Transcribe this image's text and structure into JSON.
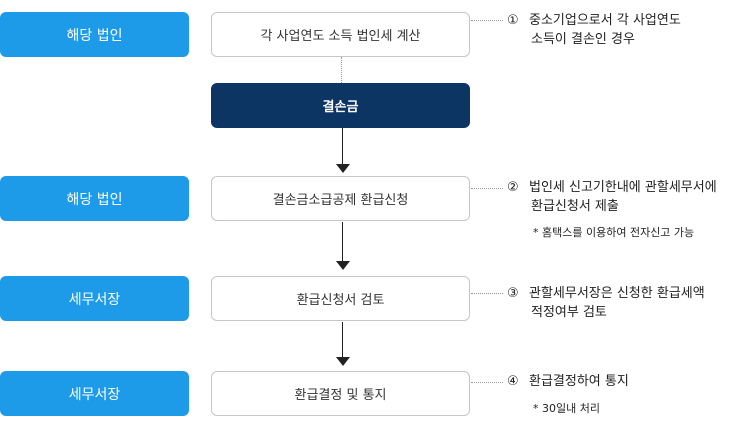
{
  "rows": [
    {
      "actor": "해당 법인",
      "step": "각 사업연도 소득 법인세 계산",
      "note_num": "①",
      "note_line1": "중소기업으로서 각 사업연도",
      "note_line2": "소득이 결손인 경우",
      "sub": ""
    },
    {
      "actor": "",
      "step": "결손금",
      "note_num": "",
      "note_line1": "",
      "note_line2": "",
      "sub": ""
    },
    {
      "actor": "해당 법인",
      "step": "결손금소급공제 환급신청",
      "note_num": "②",
      "note_line1": "법인세 신고기한내에 관할세무서에",
      "note_line2": "환급신청서 제출",
      "sub": "* 홈택스를 이용하여 전자신고 가능"
    },
    {
      "actor": "세무서장",
      "step": "환급신청서 검토",
      "note_num": "③",
      "note_line1": "관할세무서장은 신청한 환급세액",
      "note_line2": "적정여부 검토",
      "sub": ""
    },
    {
      "actor": "세무서장",
      "step": "환급결정 및 통지",
      "note_num": "④",
      "note_line1": "환급결정하여 통지",
      "note_line2": "",
      "sub": "* 30일내 처리"
    }
  ],
  "colors": {
    "actor_bg": "#1e9be8",
    "step_dark_bg": "#0d3564",
    "step_border": "#c6c6c6"
  }
}
